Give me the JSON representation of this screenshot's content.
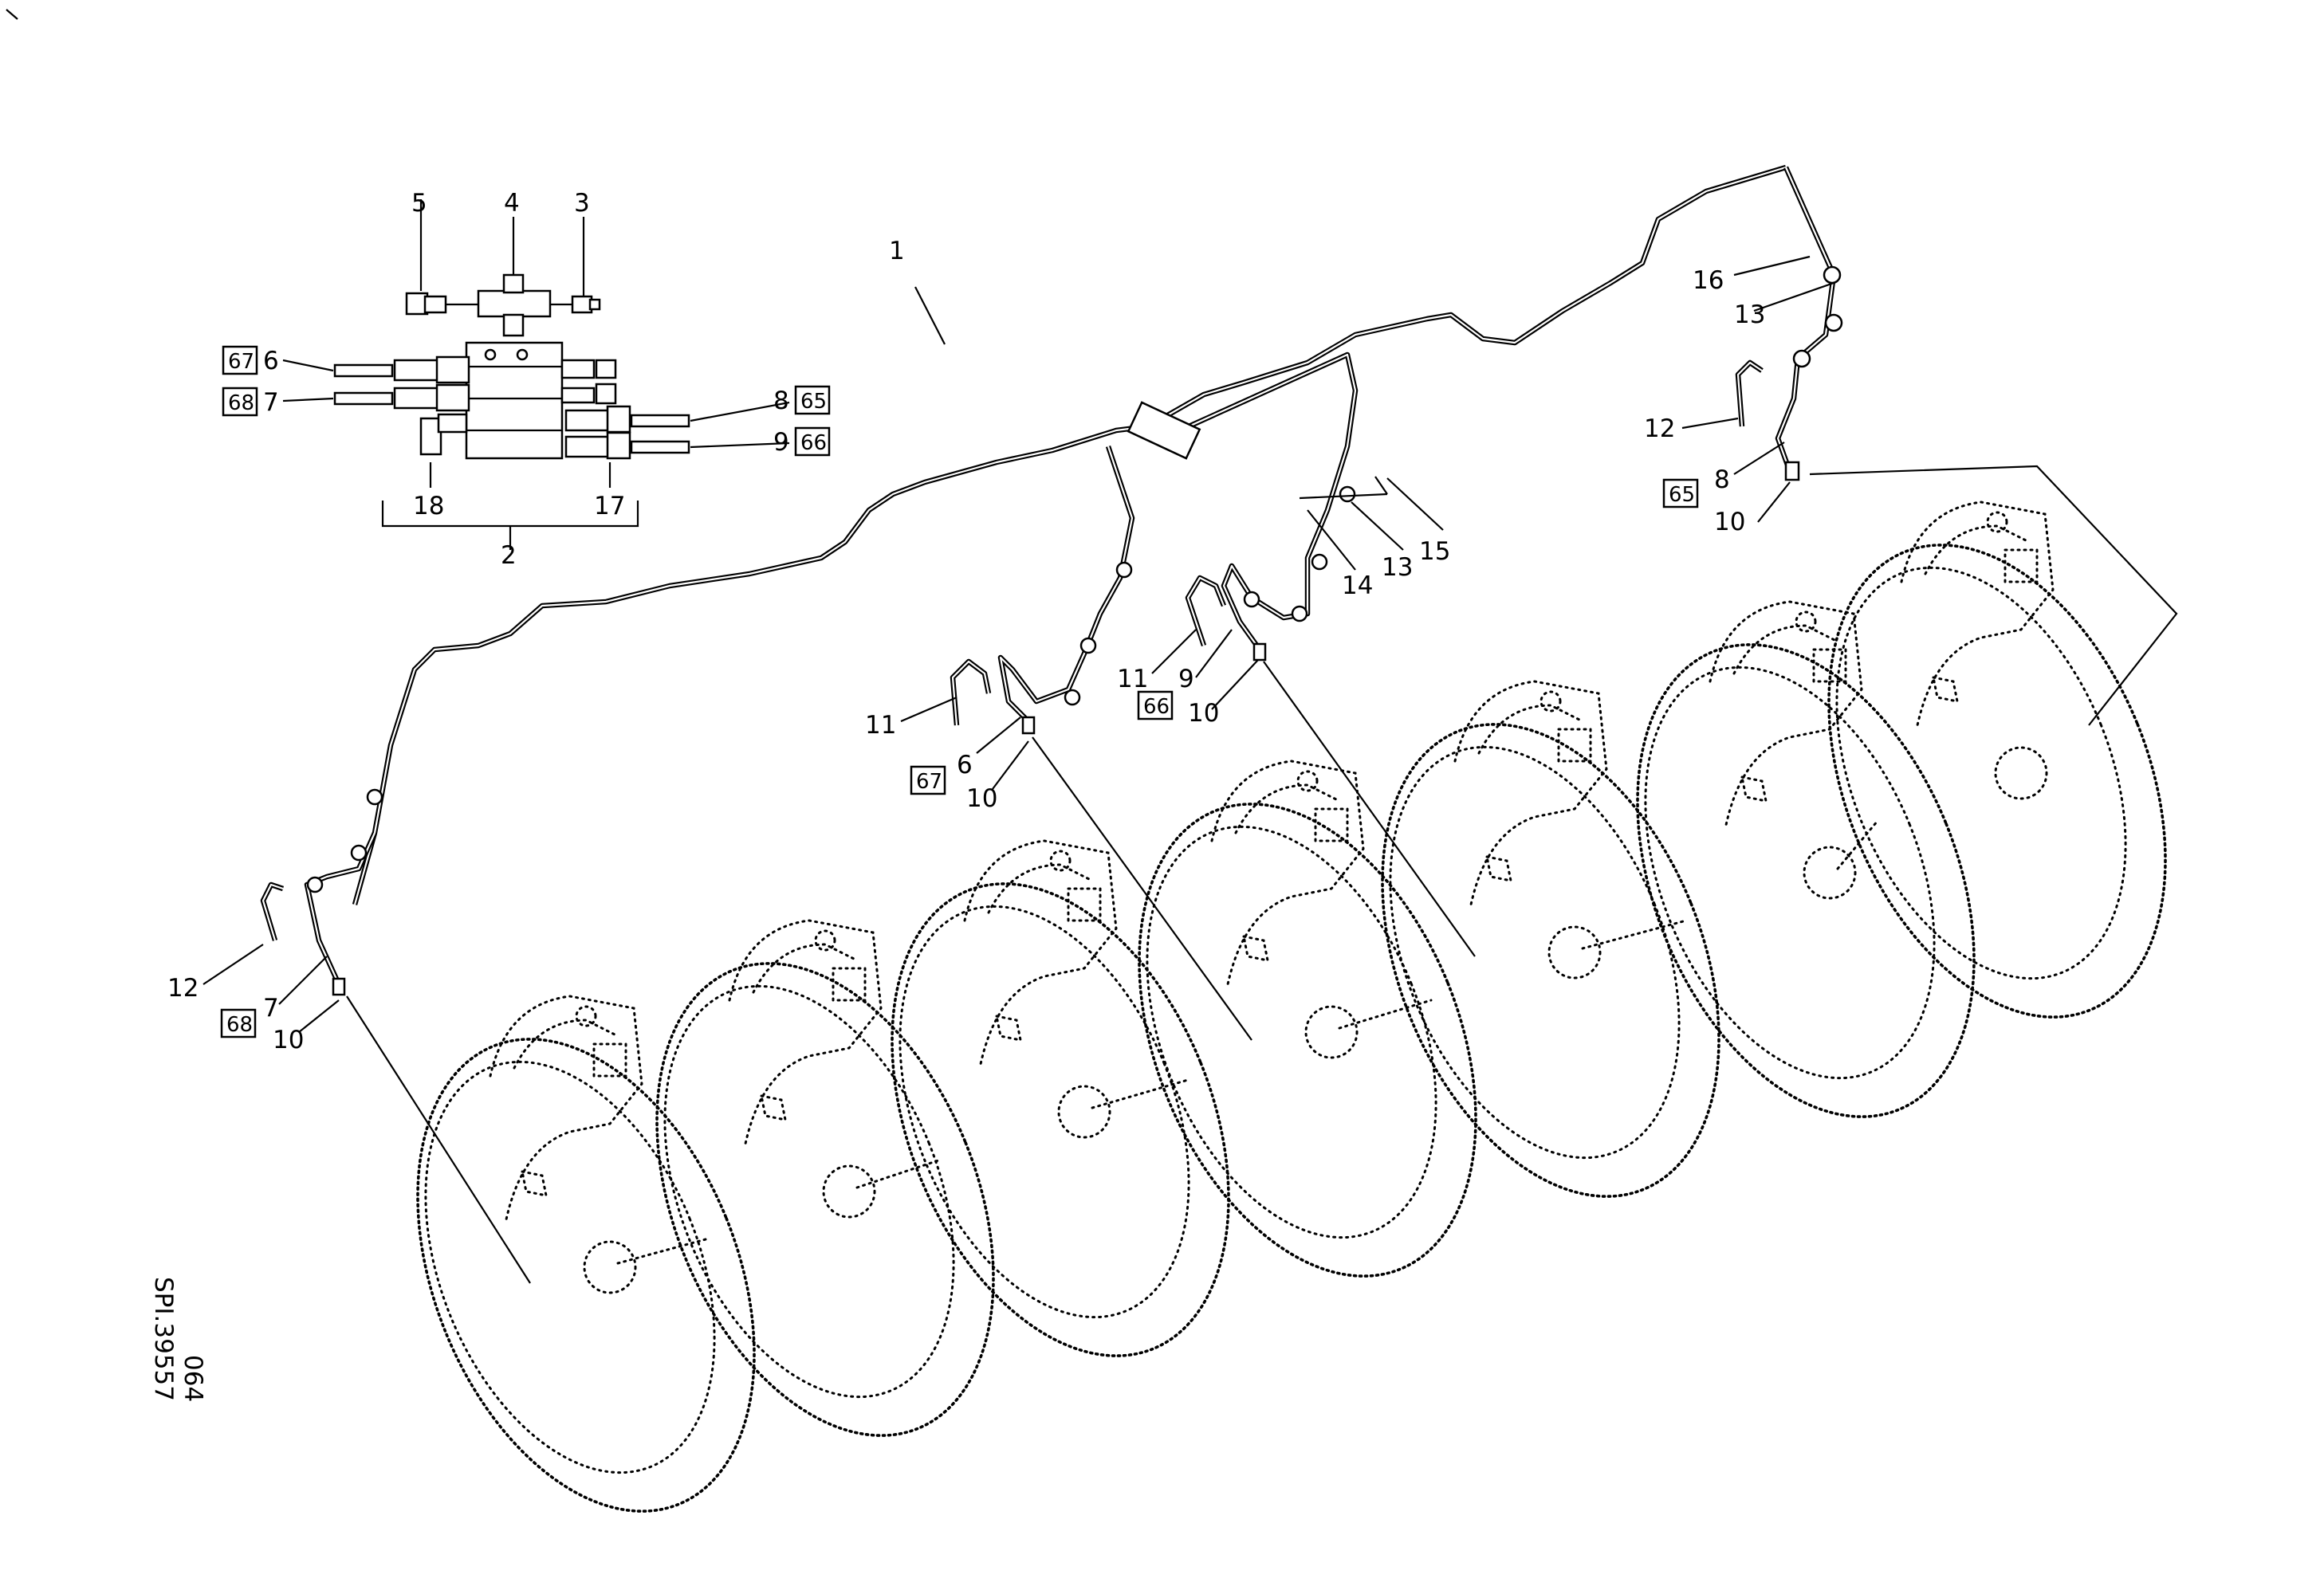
{
  "figure": {
    "reference_code": "SPI.39557",
    "page_code": "064"
  },
  "callouts": {
    "c1": "1",
    "c2": "2",
    "c3": "3",
    "c4": "4",
    "c5": "5",
    "c6a": "6",
    "c7a": "7",
    "c8a": "8",
    "c9a": "9",
    "c17": "17",
    "c18": "18",
    "c16": "16",
    "c13a": "13",
    "c12a": "12",
    "c8b": "8",
    "c10a": "10",
    "c15": "15",
    "c13b": "13",
    "c14": "14",
    "c11a": "11",
    "c9b": "9",
    "c10b": "10",
    "c11b": "11",
    "c6b": "6",
    "c10c": "10",
    "c12b": "12",
    "c7b": "7",
    "c10d": "10"
  },
  "page_refs": {
    "r67a": "67",
    "r68a": "68",
    "r65a": "65",
    "r66a": "66",
    "r65b": "65",
    "r66b": "66",
    "r67b": "67",
    "r68b": "68"
  }
}
